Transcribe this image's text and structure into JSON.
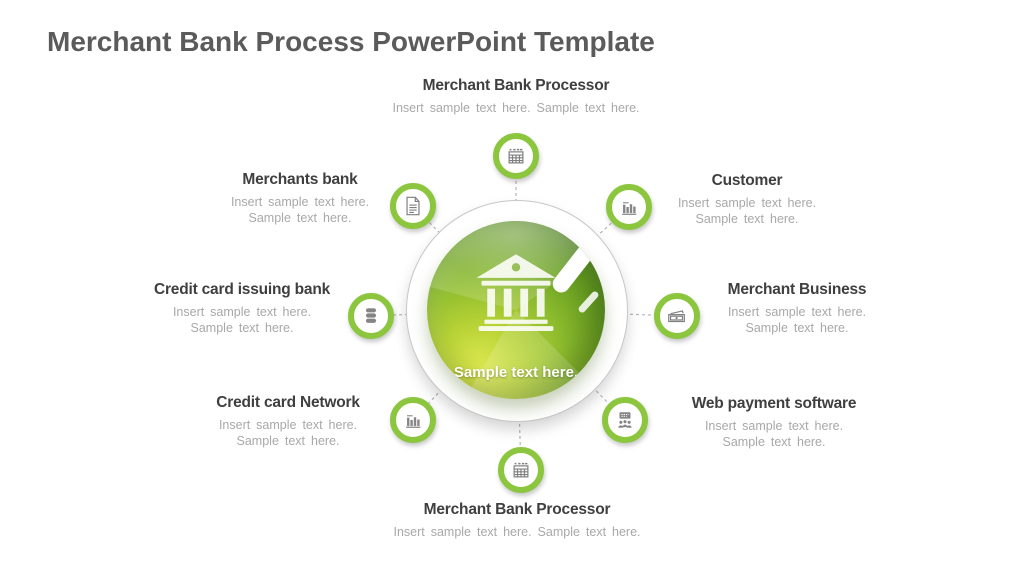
{
  "slide": {
    "title": "Merchant Bank Process PowerPoint Template"
  },
  "center": {
    "label": "Sample text here.",
    "icon": "bank-icon"
  },
  "items": {
    "top": {
      "title": "Merchant Bank Processor",
      "desc": "Insert sample text here. Sample text here.",
      "icon": "calendar-icon"
    },
    "top_left": {
      "title": "Merchants bank",
      "desc1": "Insert sample text here.",
      "desc2": "Sample text here.",
      "icon": "document-icon"
    },
    "top_right": {
      "title": "Customer",
      "desc1": "Insert sample text here.",
      "desc2": "Sample text here.",
      "icon": "bar-chart-icon"
    },
    "left": {
      "title": "Credit card issuing bank",
      "desc1": "Insert sample text here.",
      "desc2": "Sample text here.",
      "icon": "database-icon"
    },
    "right": {
      "title": "Merchant Business",
      "desc1": "Insert sample text here.",
      "desc2": "Sample text here.",
      "icon": "cash-icon"
    },
    "bottom_left": {
      "title": "Credit card Network",
      "desc1": "Insert sample text here.",
      "desc2": "Sample text here.",
      "icon": "bar-chart-icon"
    },
    "bottom_right": {
      "title": "Web payment software",
      "desc1": "Insert sample text here.",
      "desc2": "Sample text here.",
      "icon": "presentation-audience-icon"
    },
    "bottom": {
      "title": "Merchant Bank Processor",
      "desc": "Insert sample text here. Sample text here.",
      "icon": "calendar-icon"
    }
  },
  "colors": {
    "accent_green": "#8CC63F",
    "sphere_dark": "#3A6D13",
    "sphere_light": "#DDE84F",
    "heading_text": "#3F3F3F",
    "sub_text": "#A8A8A8",
    "title_text": "#5B5B5B",
    "connector": "#B5B5B5",
    "icon_gray": "#7F7F7F"
  }
}
